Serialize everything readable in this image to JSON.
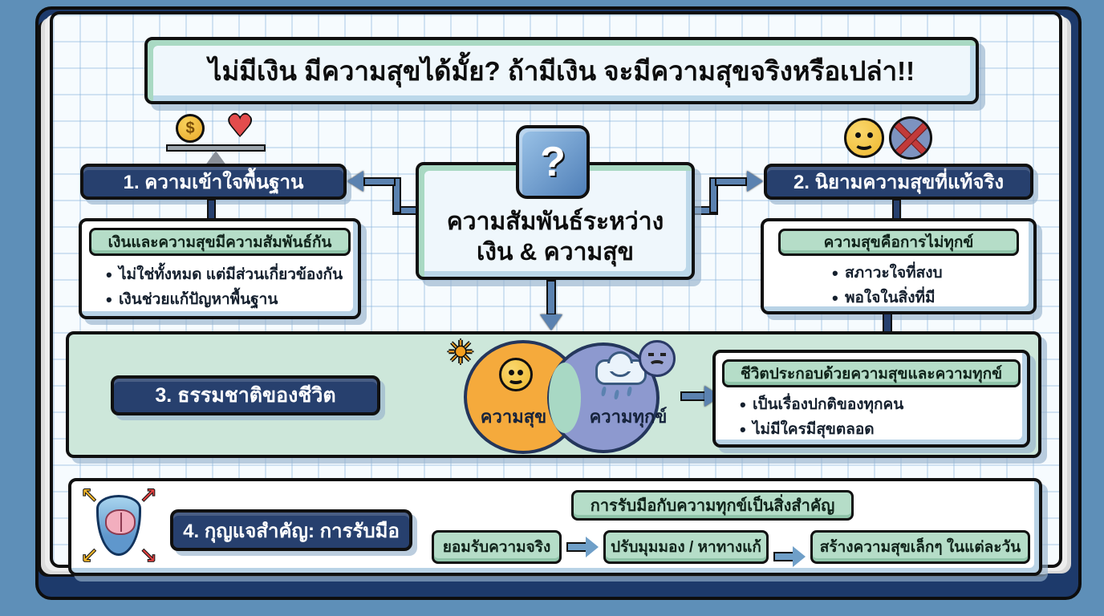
{
  "palette": {
    "background": "#5e8fb8",
    "book_navy": "#1d3a6b",
    "paper": "#f6fbfe",
    "grid_line": "#78aad7",
    "outline": "#101010",
    "drop_shadow": "#9fb8d2",
    "navy_header": "#27406e",
    "mint_pill": "#b5ddc8",
    "band_mint": "#cde7da",
    "box_fill": "#eff7fc",
    "bevel_mint": "#a9d9c3",
    "bevel_blue": "#bcd8ea",
    "venn_orange": "#f5aa3c",
    "venn_blue": "#8d99cf",
    "venn_overlap": "#a8d8c4",
    "arrow_blue": "#5b82b0",
    "question_tile": "#4f7fb8"
  },
  "title": "ไม่มีเงิน มีความสุขได้มั้ย? ถ้ามีเงิน จะมีความสุขจริงหรือเปล่า!!",
  "center": {
    "symbol": "?",
    "line1": "ความสัมพันธ์ระหว่าง",
    "line2": "เงิน & ความสุข"
  },
  "sections": {
    "s1": {
      "header": "1. ความเข้าใจพื้นฐาน",
      "pill": "เงินและความสุขมีความสัมพันธ์กัน",
      "bullets": [
        "ไม่ใช่ทั้งหมด แต่มีส่วนเกี่ยวข้องกัน",
        "เงินช่วยแก้ปัญหาพื้นฐาน"
      ]
    },
    "s2": {
      "header": "2. นิยามความสุขที่แท้จริง",
      "pill": "ความสุขคือการไม่ทุกข์",
      "bullets": [
        "สภาวะใจที่สงบ",
        "พอใจในสิ่งที่มี"
      ]
    },
    "s3": {
      "header": "3. ธรรมชาติของชีวิต",
      "venn_left": "ความสุข",
      "venn_right": "ความทุกข์",
      "pill": "ชีวิตประกอบด้วยความสุขและความทุกข์",
      "bullets": [
        "เป็นเรื่องปกติของทุกคน",
        "ไม่มีใครมีสุขตลอด"
      ]
    },
    "s4": {
      "header": "4. กุญแจสำคัญ: การรับมือ",
      "pill": "การรับมือกับความทุกข์เป็นสิ่งสำคัญ",
      "steps": [
        "ยอมรับความจริง",
        "ปรับมุมมอง / หาทางแก้",
        "สร้างความสุขเล็กๆ ในแต่ละวัน"
      ]
    }
  },
  "icons": {
    "coin_symbol": "$",
    "heart_glyph": "♥",
    "sun_glyph": "☀",
    "arrow_nw": "↖",
    "arrow_ne": "↗",
    "arrow_sw": "↙",
    "arrow_se": "↘"
  }
}
